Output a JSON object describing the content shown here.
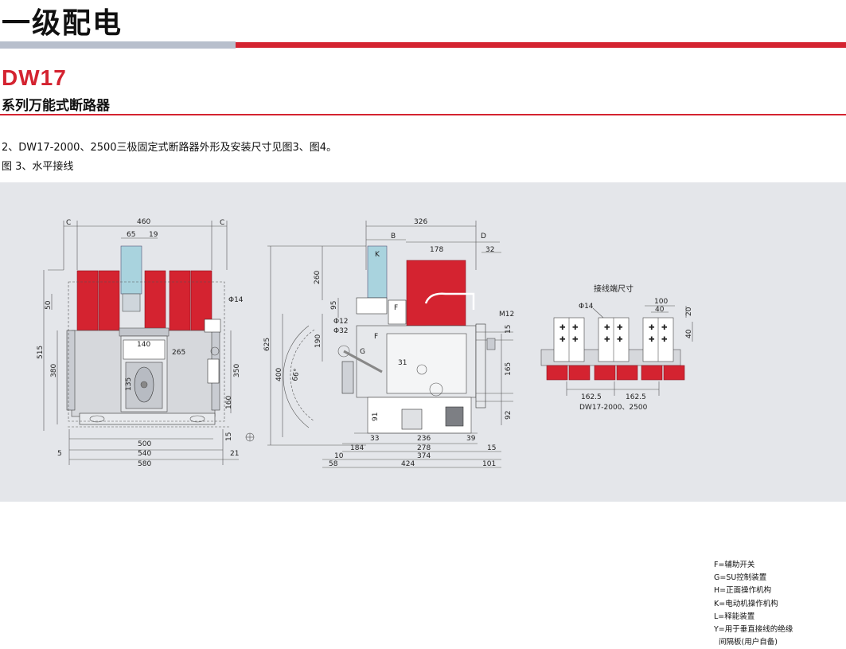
{
  "header": {
    "section_title": "一级配电",
    "model": "DW17",
    "series_name": "系列万能式断路器"
  },
  "description": {
    "line1": "2、DW17-2000、2500三极固定式断路器外形及安装尺寸见图3、图4。",
    "line2": "图  3、水平接线"
  },
  "colors": {
    "accent_red": "#d42330",
    "header_gray": "#b8bfcc",
    "panel_bg": "#e4e6ea"
  },
  "front_view": {
    "dims": {
      "c_left": "C",
      "c_right": "C",
      "width_460": "460",
      "d65": "65",
      "d19": "19",
      "phi14": "Φ14",
      "d50": "50",
      "d515": "515",
      "d380": "380",
      "d140": "140",
      "d265": "265",
      "d135": "135",
      "d350": "350",
      "d160": "160",
      "d15": "15",
      "d500": "500",
      "d540": "540",
      "d580": "580",
      "d5": "5",
      "d21": "21"
    }
  },
  "side_view": {
    "dims": {
      "d326": "326",
      "b": "B",
      "d178": "178",
      "d": "D",
      "d32": "32",
      "d260": "260",
      "d95": "95",
      "phi12": "Φ12",
      "phi32": "Φ32",
      "d190": "190",
      "d625": "625",
      "d400": "400",
      "d66": "66°",
      "k": "K",
      "f1": "F",
      "f2": "F",
      "g": "G",
      "d31": "31",
      "m12": "M12",
      "d15a": "15",
      "d165": "165",
      "d92": "92",
      "d91": "91",
      "d33": "33",
      "d236": "236",
      "d39": "39",
      "d184": "184",
      "d278": "278",
      "d15b": "15",
      "d10": "10",
      "d374": "374",
      "d58": "58",
      "d424": "424",
      "d101": "101"
    }
  },
  "terminal_view": {
    "title": "接线端尺寸",
    "dims": {
      "phi14": "Φ14",
      "d100": "100",
      "d40a": "40",
      "d20": "20",
      "d40b": "40",
      "d1625a": "162.5",
      "d1625b": "162.5"
    },
    "model_label": "DW17-2000、2500"
  },
  "legend": {
    "items": [
      "F=辅助开关",
      "G=SU控制装置",
      "H=正面操作机构",
      "K=电动机操作机构",
      "L=释能装置",
      "Y=用于垂直接线的绝缘",
      "  间隔板(用户自备)"
    ]
  }
}
